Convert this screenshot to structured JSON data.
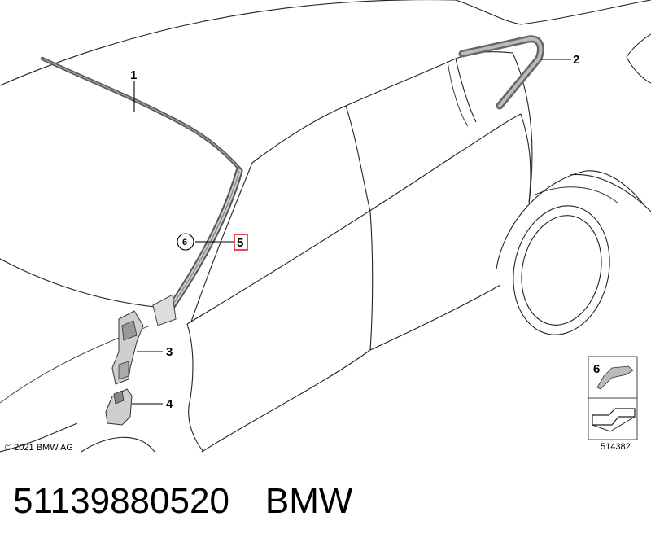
{
  "diagram": {
    "callouts": {
      "c1": "1",
      "c2": "2",
      "c3": "3",
      "c4": "4",
      "c5": "5",
      "c6": "6"
    },
    "highlight_color": "#e0202a",
    "copyright": "© 2021 BMW AG",
    "legend": {
      "item_number": "6",
      "reference_number": "514382"
    }
  },
  "caption": {
    "part_number": "51139880520",
    "brand": "BMW"
  }
}
